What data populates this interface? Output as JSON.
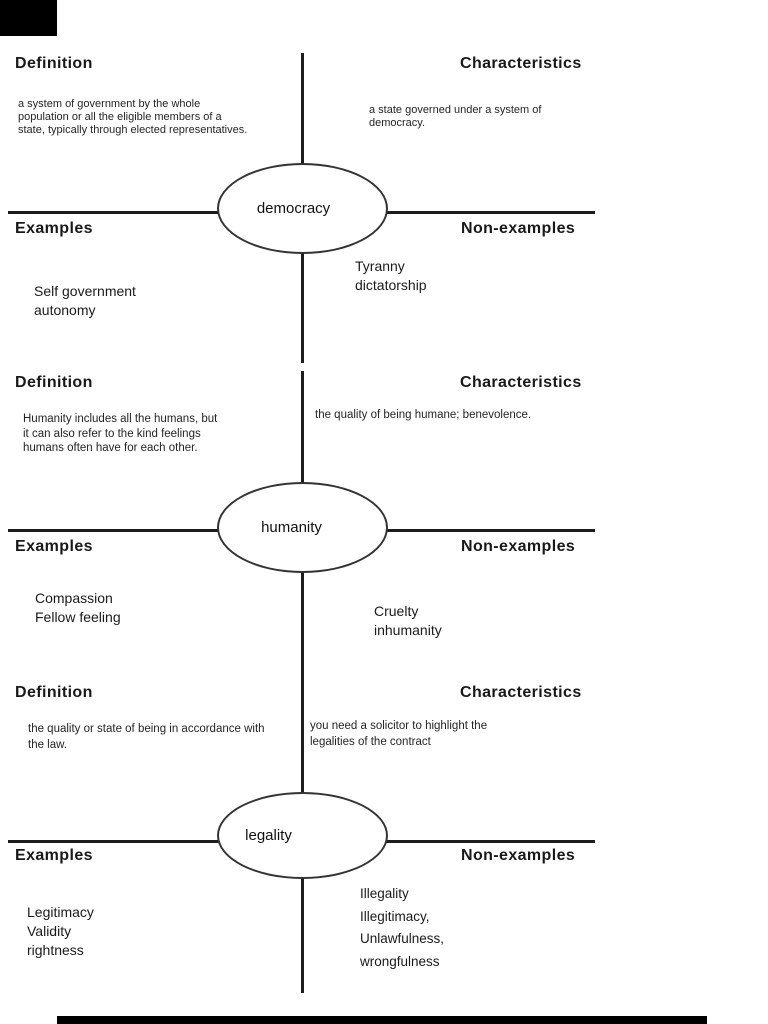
{
  "colors": {
    "background": "#ffffff",
    "line": "#1c1c1c",
    "text": "#1f1f1f",
    "chrome": "#000000"
  },
  "sections": [
    {
      "term": "democracy",
      "labels": {
        "definition": "Definition",
        "characteristics": "Characteristics",
        "examples": "Examples",
        "nonexamples": "Non-examples"
      },
      "definition": "a system of government by the whole\npopulation or all the eligible members of a\nstate, typically through elected representatives.",
      "characteristics": "a state governed under a system of\ndemocracy.",
      "examples": "Self government\nautonomy",
      "nonexamples": "Tyranny\ndictatorship"
    },
    {
      "term": "humanity",
      "labels": {
        "definition": "Definition",
        "characteristics": "Characteristics",
        "examples": "Examples",
        "nonexamples": "Non-examples"
      },
      "definition": "Humanity includes all the humans, but\nit can also refer to the kind feelings\nhumans often have for each other.",
      "characteristics": "the quality of being humane; benevolence.",
      "examples": "Compassion\nFellow feeling",
      "nonexamples": "Cruelty\ninhumanity"
    },
    {
      "term": "legality",
      "labels": {
        "definition": "Definition",
        "characteristics": "Characteristics",
        "examples": "Examples",
        "nonexamples": "Non-examples"
      },
      "definition": "the quality or state of being in accordance with\nthe law.",
      "characteristics": "you need a solicitor to highlight the\nlegalities of the contract",
      "examples": "Legitimacy\nValidity\nrightness",
      "nonexamples": "Illegality\nIllegitimacy,\nUnlawfulness,\nwrongfulness"
    }
  ]
}
